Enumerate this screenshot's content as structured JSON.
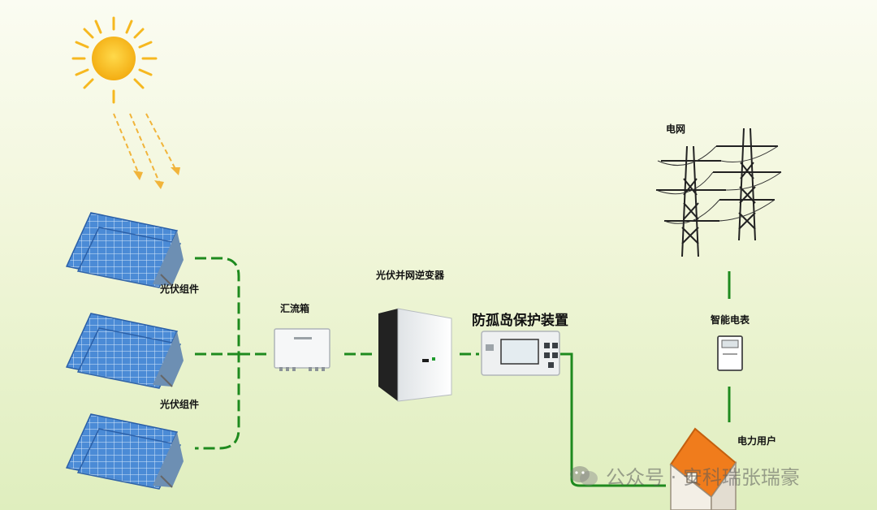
{
  "labels": {
    "pv_module_1": "光伏组件",
    "pv_module_2": "光伏组件",
    "combiner_box": "汇流箱",
    "inverter": "光伏并网逆变器",
    "anti_islanding": "防孤岛保护装置",
    "grid": "电网",
    "smart_meter": "智能电表",
    "power_user": "电力用户"
  },
  "watermark": "公众号 · 安科瑞张瑞豪",
  "colors": {
    "wire": "#1e8a1e",
    "sun": "#f7b718",
    "panel": "#3a78c8",
    "house": "#f07c1c"
  }
}
